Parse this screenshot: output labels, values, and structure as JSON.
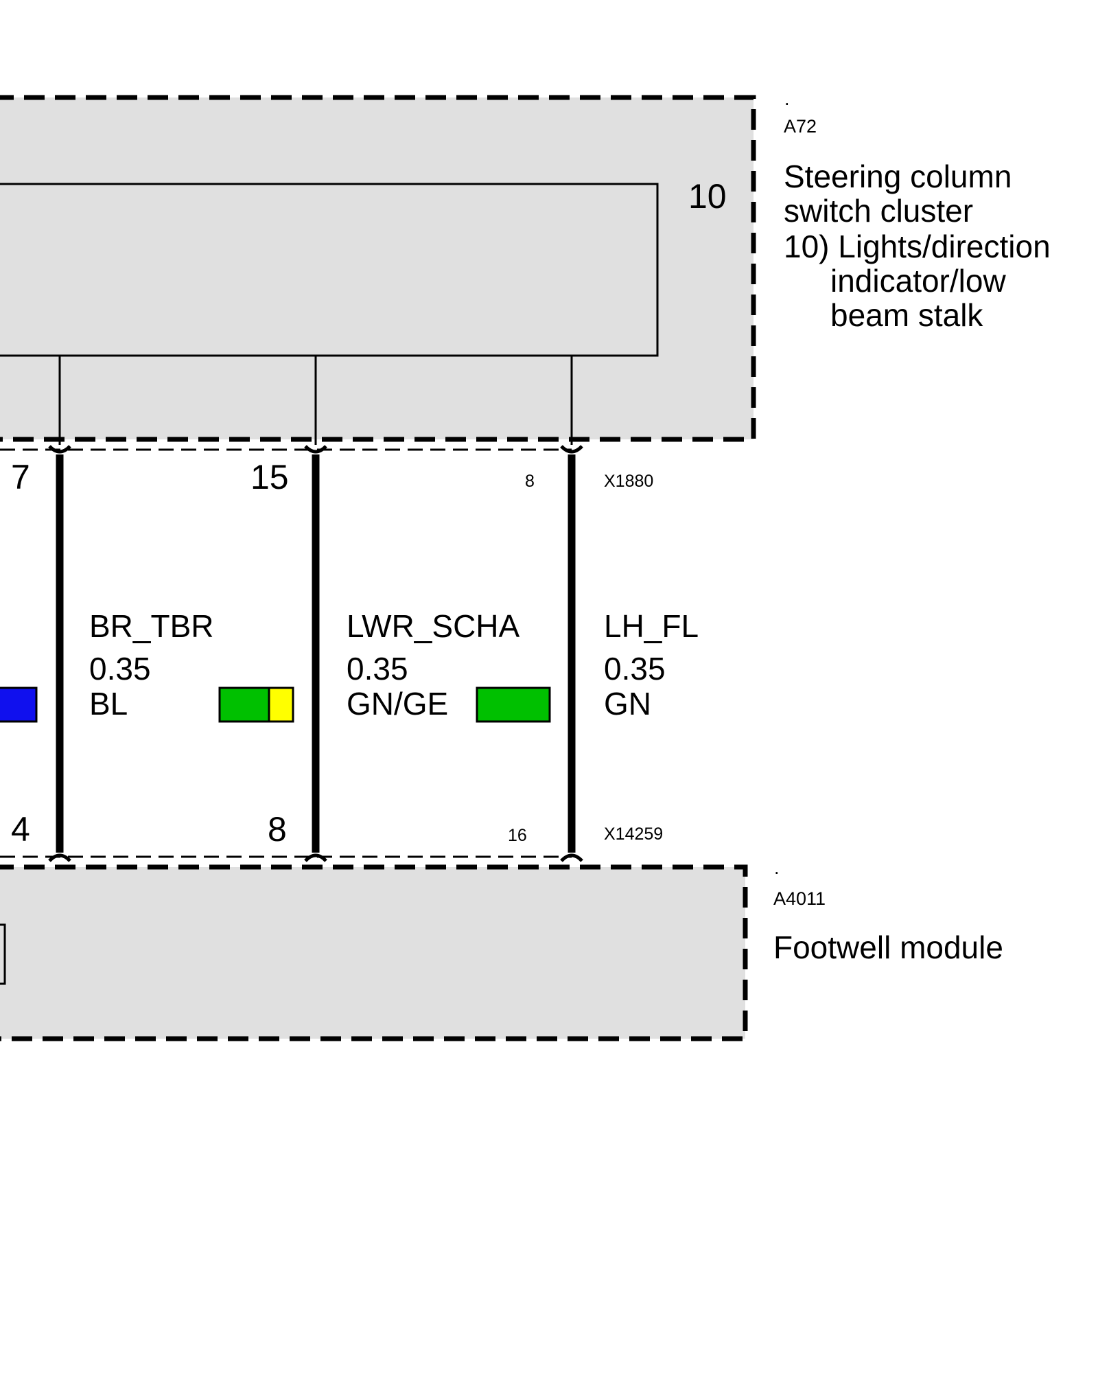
{
  "components": {
    "top": {
      "dot": ".",
      "ref": "A72",
      "title_line1": "Steering column",
      "title_line2": "switch cluster",
      "sub_line1": "10) Lights/direction",
      "sub_line2": "indicator/low",
      "sub_line3": "beam stalk",
      "inner_ref": "10"
    },
    "bottom": {
      "dot": ".",
      "ref": "A4011",
      "title": "Footwell module"
    }
  },
  "connectors": {
    "top": "X1880",
    "bottom": "X14259"
  },
  "wires": [
    {
      "pin_top": "7",
      "pin_bottom": "4",
      "name": "BR_TBR",
      "gauge": "0.35",
      "color_code": "BL",
      "swatch_colors": [
        "#1010ee"
      ]
    },
    {
      "pin_top": "15",
      "pin_bottom": "8",
      "name": "LWR_SCHA",
      "gauge": "0.35",
      "color_code": "GN/GE",
      "swatch_colors": [
        "#00c000",
        "#ffff00"
      ]
    },
    {
      "pin_top": "8",
      "pin_bottom": "16",
      "name": "LH_FL",
      "gauge": "0.35",
      "color_code": "GN",
      "swatch_colors": [
        "#00c000"
      ]
    }
  ],
  "colors": {
    "module_fill": "#e0e0e0",
    "line": "#000000"
  }
}
